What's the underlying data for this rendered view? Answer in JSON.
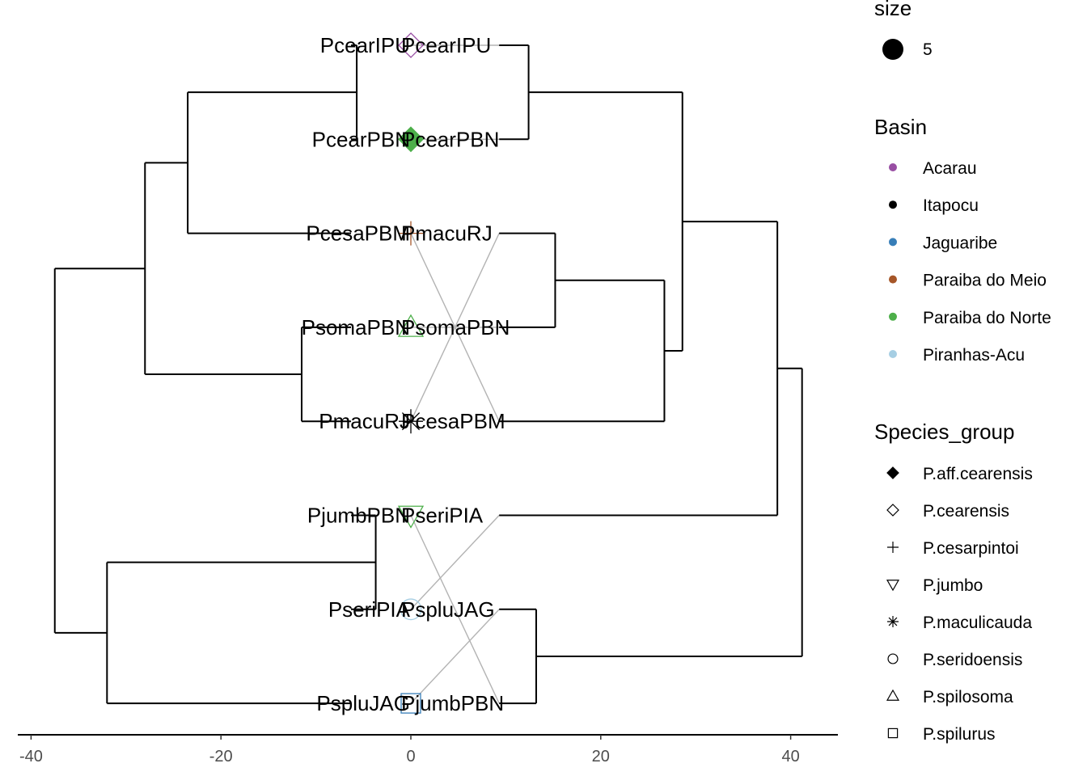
{
  "chart_data": {
    "type": "tanglegram",
    "title": "",
    "xlabel": "",
    "ylabel": "",
    "xlim": [
      -42,
      45
    ],
    "x_ticks": [
      -40,
      -20,
      0,
      20,
      40
    ],
    "left_tips": [
      "PcearIPU",
      "PcearPBN",
      "PcesaPBM",
      "PsomaPBN",
      "PmacuRJ",
      "PjumbPBN",
      "PseriPIA",
      "PspluJAG"
    ],
    "right_tips": [
      "PcearIPU",
      "PcearPBN",
      "PmacuRJ",
      "PsomaPBN",
      "PcesaPBM",
      "PseriPIA",
      "PspluJAG",
      "PjumbPBN"
    ],
    "points": [
      {
        "tip": "PcearIPU",
        "species_group": "P.cearensis",
        "basin": "Acarau",
        "size": 5
      },
      {
        "tip": "PcearPBN",
        "species_group": "P.aff.cearensis",
        "basin": "Paraiba do Norte",
        "size": 5
      },
      {
        "tip": "PmacuRJ",
        "species_group": "P.maculicauda",
        "basin": "Itapocu",
        "size": 5
      },
      {
        "tip": "PsomaPBN",
        "species_group": "P.spilosoma",
        "basin": "Paraiba do Norte",
        "size": 5
      },
      {
        "tip": "PcesaPBM",
        "species_group": "P.cesarpintoi",
        "basin": "Paraiba do Meio",
        "size": 5
      },
      {
        "tip": "PseriPIA",
        "species_group": "P.seridoensis",
        "basin": "Piranhas-Acu",
        "size": 5
      },
      {
        "tip": "PspluJAG",
        "species_group": "P.spilurus",
        "basin": "Jaguaribe",
        "size": 5
      },
      {
        "tip": "PjumbPBN",
        "species_group": "P.jumbo",
        "basin": "Paraiba do Norte",
        "size": 5
      }
    ],
    "left_tree_heights": {
      "PcearIPU_PcearPBN": 5.7,
      "cear_PcesaPBM": 23.5,
      "PsomaPBN_PmacuRJ": 11.5,
      "group_A": 28,
      "PjumbPBN_PseriPIA": 3.7,
      "jumb_PspluJAG": 32,
      "root": 37.5
    },
    "right_tree_heights": {
      "PcearIPU_PcearPBN": 12.4,
      "PmacuRJ_PsomaPBN": 15.2,
      "macu_PcesaPBM": 26.7,
      "group_A": 28.6,
      "PspluJAG_PjumbPBN": 13.2,
      "PseriPIA_group_A": 38.6,
      "root": 41.2
    }
  },
  "legend": {
    "size": {
      "title": "size",
      "items": [
        {
          "label": "5"
        }
      ]
    },
    "basin": {
      "title": "Basin",
      "items": [
        {
          "label": "Acarau",
          "color": "#984ea3"
        },
        {
          "label": "Itapocu",
          "color": "#000000"
        },
        {
          "label": "Jaguaribe",
          "color": "#377eb8"
        },
        {
          "label": "Paraiba do Meio",
          "color": "#a65628"
        },
        {
          "label": "Paraiba do Norte",
          "color": "#4daf4a"
        },
        {
          "label": "Piranhas-Acu",
          "color": "#a6cee3"
        }
      ]
    },
    "species_group": {
      "title": "Species_group",
      "items": [
        {
          "label": "P.aff.cearensis",
          "shape": "diamond-filled"
        },
        {
          "label": "P.cearensis",
          "shape": "diamond-open"
        },
        {
          "label": "P.cesarpintoi",
          "shape": "plus"
        },
        {
          "label": "P.jumbo",
          "shape": "triangle-down-open"
        },
        {
          "label": "P.maculicauda",
          "shape": "asterisk"
        },
        {
          "label": "P.seridoensis",
          "shape": "circle-open"
        },
        {
          "label": "P.spilosoma",
          "shape": "triangle-up-open"
        },
        {
          "label": "P.spilurus",
          "shape": "square-open"
        }
      ]
    }
  }
}
